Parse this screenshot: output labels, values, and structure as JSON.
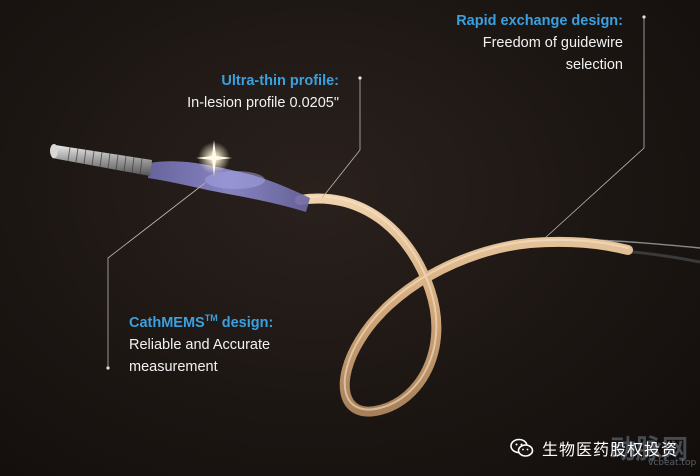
{
  "rapid": {
    "heading": "Rapid exchange design:",
    "line1": "Freedom of guidewire",
    "line2": "selection"
  },
  "thin": {
    "heading": "Ultra-thin profile:",
    "line1": "In-lesion profile 0.0205\""
  },
  "mems": {
    "heading_main": "CathMEMS",
    "heading_sup": "TM",
    "heading_tail": " design:",
    "line1": "Reliable and Accurate",
    "line2": "measurement"
  },
  "watermark": {
    "text": "生物医药股权投资",
    "bg_text": "动脉网",
    "url": "vcbeat.top",
    "icon": "wechat-icon"
  },
  "colors": {
    "heading": "#3aa0e0",
    "catheter": "#d9b48a",
    "background": "#1c1613"
  }
}
